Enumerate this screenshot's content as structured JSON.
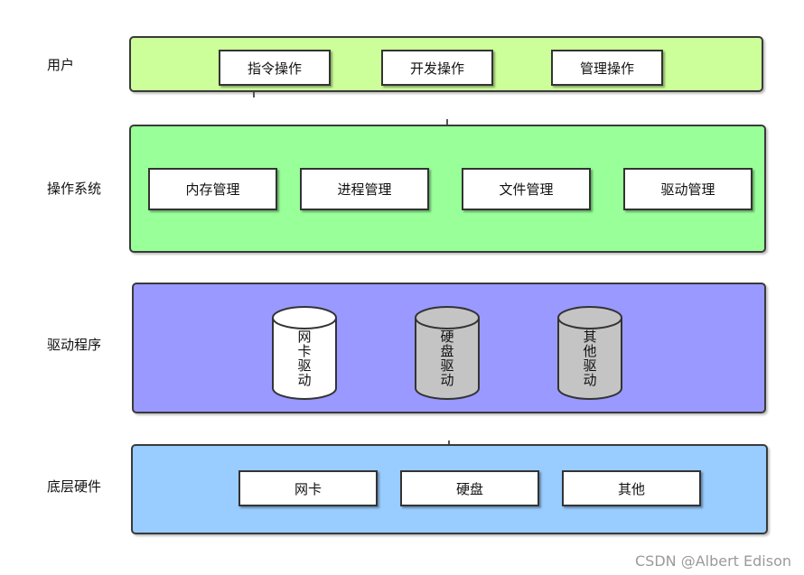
{
  "colors": {
    "user_layer": "#ccff99",
    "os_layer": "#99ff99",
    "driver_layer": "#9999ff",
    "hardware_layer": "#99ccff",
    "cylinder_white": "#ffffff",
    "cylinder_gray": "#c4c4c4"
  },
  "layers": {
    "user": {
      "label": "用户",
      "items": [
        "指令操作",
        "开发操作",
        "管理操作"
      ]
    },
    "os": {
      "label": "操作系统",
      "items": [
        "内存管理",
        "进程管理",
        "文件管理",
        "驱动管理"
      ]
    },
    "driver": {
      "label": "驱动程序",
      "items": [
        "网卡驱动",
        "硬盘驱动",
        "其他驱动"
      ]
    },
    "hardware": {
      "label": "底层硬件",
      "items": [
        "网卡",
        "硬盘",
        "其他"
      ]
    }
  },
  "watermark": "CSDN @Albert Edison"
}
